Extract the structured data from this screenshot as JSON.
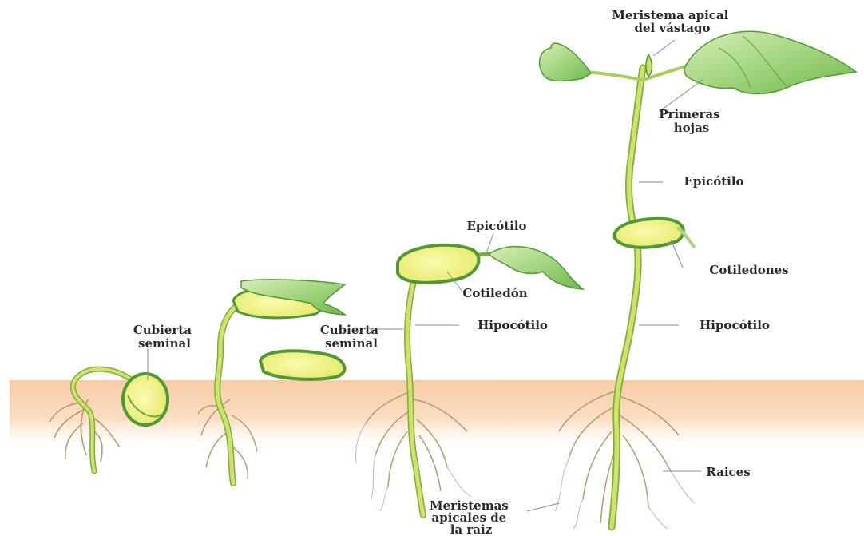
{
  "figure": {
    "labels": {
      "cubierta_seminal_1": [
        "Cubierta",
        "seminal"
      ],
      "cubierta_seminal_2": [
        "Cubierta",
        "seminal"
      ],
      "epicotilo_small": "Epicótilo",
      "cotiledon": "Cotiledón",
      "hipocotilo_small": "Hipocótilo",
      "meristema_apical_vastago": [
        "Meristema apical",
        "del vástago"
      ],
      "primeras_hojas": [
        "Primeras",
        "hojas"
      ],
      "epicotilo_large": "Epicótilo",
      "cotiledones": "Cotiledones",
      "hipocotilo_large": "Hipocótilo",
      "raices": "Raices",
      "meristemas_raiz": [
        "Meristemas",
        "apicales de",
        "la raiz"
      ]
    },
    "colors": {
      "soil": "#f6c9a0",
      "stem": "#cfe36a",
      "stem_edge": "#7cae3a",
      "cotyledon": "#f3f38a",
      "cotyledon_edge": "#4e9a35",
      "leaf": "#a7d77a",
      "root": "#b89a6a",
      "root_fine": "#9aa9c8",
      "label": "#2a2a2a",
      "leader": "#8a8a8a"
    }
  }
}
